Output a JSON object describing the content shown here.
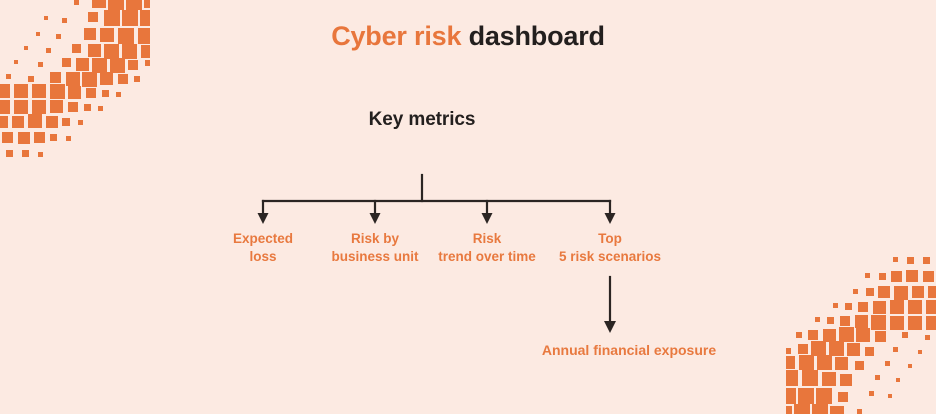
{
  "page": {
    "background_color": "#fceae2",
    "accent_color": "#e8763c",
    "label_color": "#e8793f",
    "dark_color": "#231f1e",
    "line_color": "#2b2523"
  },
  "header": {
    "title_accent": "Cyber risk",
    "title_rest": "dashboard",
    "title_full": "Cyber risk dashboard"
  },
  "diagram": {
    "root": {
      "label": "Key metrics"
    },
    "branches": [
      {
        "line1": "Expected",
        "line2": "loss"
      },
      {
        "line1": "Risk by",
        "line2": "business unit"
      },
      {
        "line1": "Risk",
        "line2": "trend over time"
      },
      {
        "line1": "Top",
        "line2": "5 risk scenarios"
      }
    ],
    "leaf": {
      "label": "Annual financial exposure",
      "parent": "Top 5 risk scenarios"
    }
  },
  "decorations": {
    "top_left": "pixel-dot-cluster",
    "bottom_right": "pixel-dot-cluster"
  }
}
